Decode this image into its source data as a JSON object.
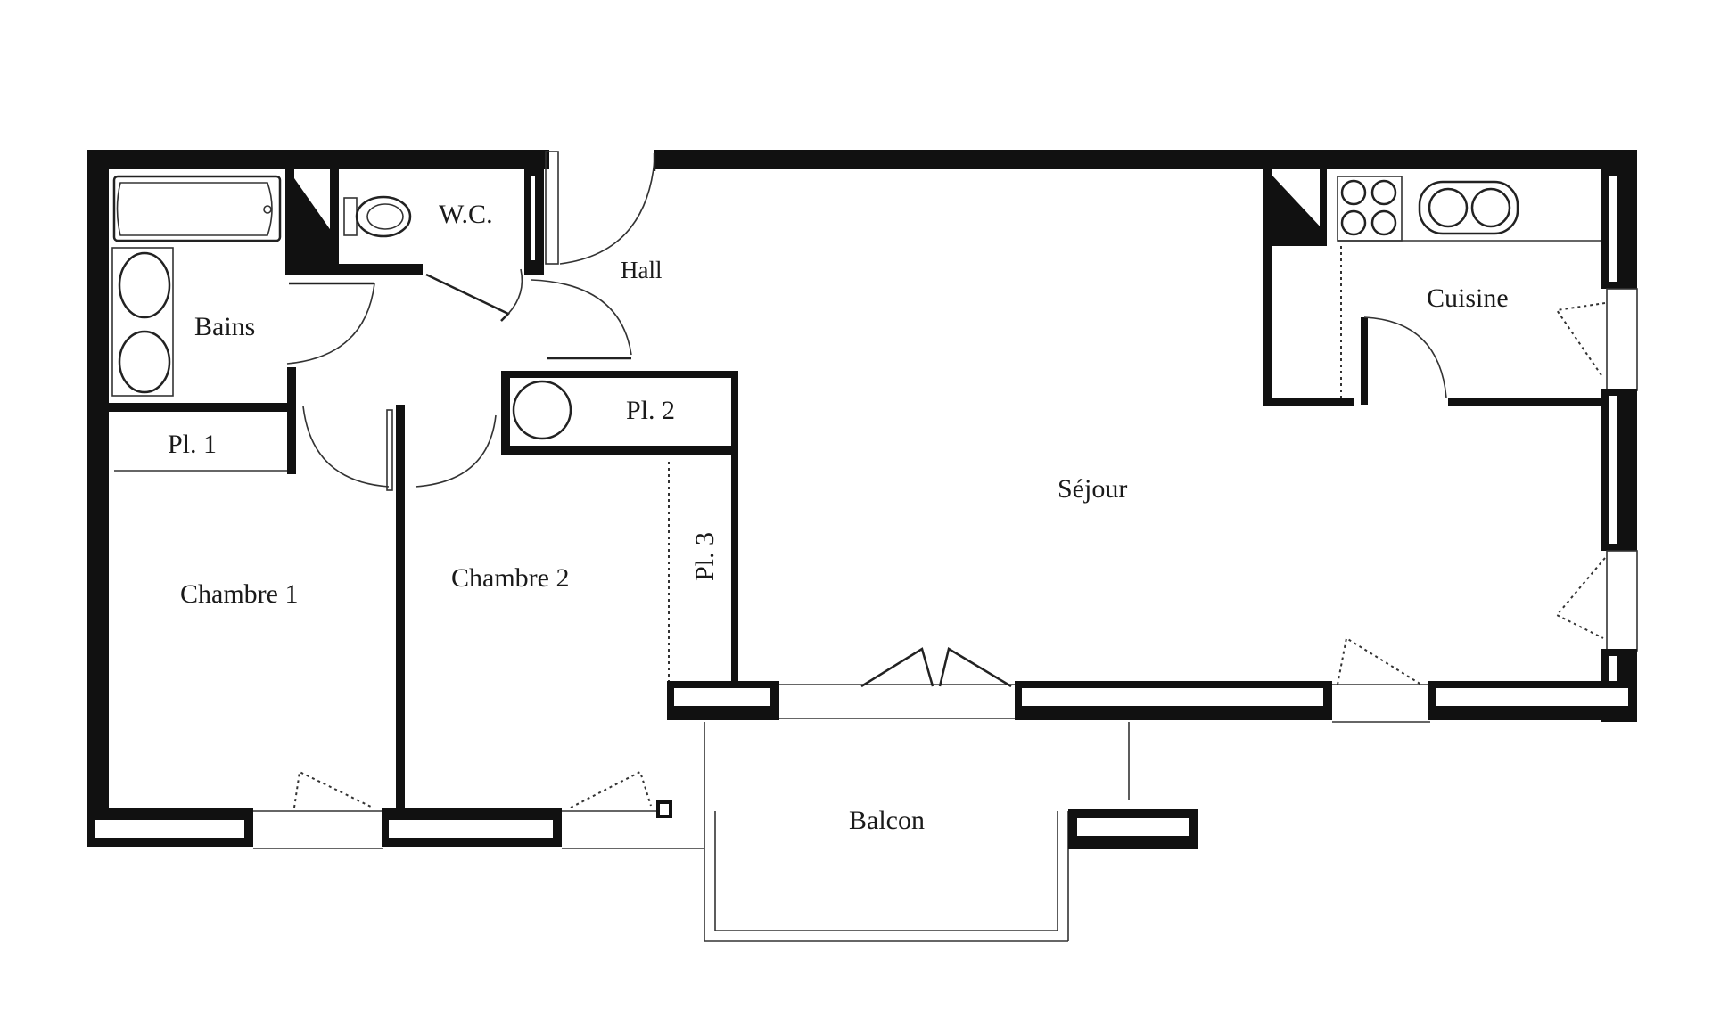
{
  "rooms": {
    "wc": "W.C.",
    "hall": "Hall",
    "bains": "Bains",
    "pl1": "Pl. 1",
    "pl2": "Pl. 2",
    "pl3": "Pl. 3",
    "chambre1": "Chambre 1",
    "chambre2": "Chambre 2",
    "sejour": "Séjour",
    "cuisine": "Cuisine",
    "balcon": "Balcon"
  },
  "colors": {
    "wall": "#111111",
    "background": "#ffffff",
    "text": "#1a1a1a"
  }
}
